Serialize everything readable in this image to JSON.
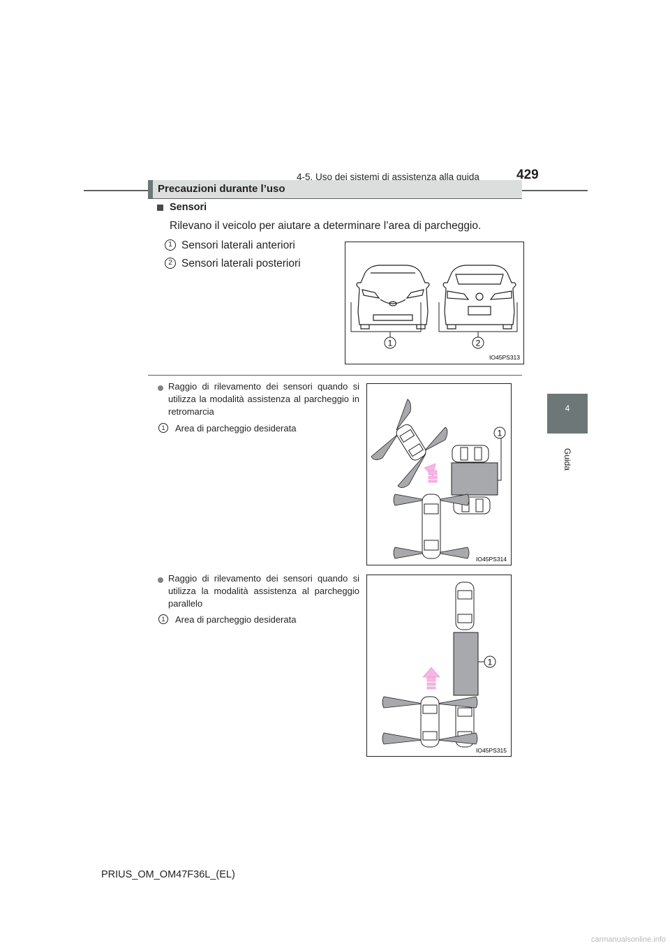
{
  "header": {
    "section": "4-5. Uso dei sistemi di assistenza alla guida",
    "page_number": "429"
  },
  "side_tab": {
    "number": "4",
    "label": "Guida"
  },
  "section_title": "Precauzioni durante l’uso",
  "sensors": {
    "heading": "Sensori",
    "text": "Rilevano il veicolo per aiutare a determinare l’area di parcheggio.",
    "items": [
      {
        "num": "1",
        "label": "Sensori laterali anteriori"
      },
      {
        "num": "2",
        "label": "Sensori laterali posteriori"
      }
    ],
    "figure": {
      "code": "IO45PS313",
      "callouts": [
        "1",
        "2"
      ]
    }
  },
  "bullets": [
    {
      "text": "Raggio di rilevamento dei sensori quando si utilizza la modalità assistenza al parcheggio in retromarcia",
      "callout_num": "1",
      "callout_text": "Area di parcheggio desiderata",
      "figure": {
        "code": "IO45PS314",
        "callout": "1"
      }
    },
    {
      "text": "Raggio di rilevamento dei sensori quando si utilizza la modalità assistenza al parcheggio parallelo",
      "callout_num": "1",
      "callout_text": "Area di parcheggio desiderata",
      "figure": {
        "code": "IO45PS315",
        "callout": "1"
      }
    }
  ],
  "footer": "PRIUS_OM_OM47F36L_(EL)",
  "watermark": "carmanualsonline.info",
  "colors": {
    "tab": "#6d7778",
    "section_bg": "#dcdede",
    "sensor_beam": "#a7a9ac",
    "arrow": "#f7b5e6",
    "parking_area": "#a7a9ac"
  }
}
